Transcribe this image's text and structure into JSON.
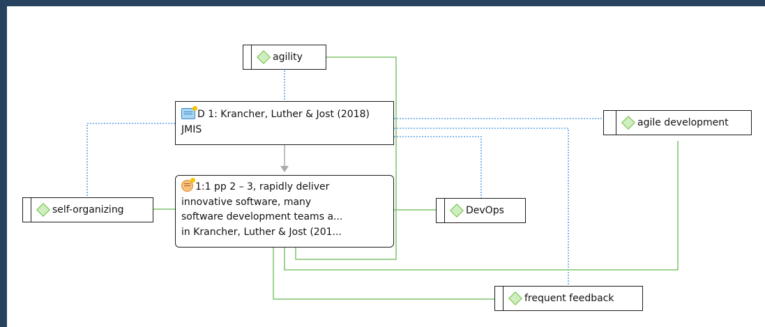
{
  "document_node": {
    "label": "D 1: Krancher, Luther & Jost (2018)",
    "label_line2": "JMIS",
    "icon": "document-icon"
  },
  "quotation_node": {
    "icon": "quotation-icon",
    "lines": [
      "1:1 pp 2 – 3, rapidly deliver",
      "innovative software, many",
      "software development teams a...",
      "in Krancher, Luther & Jost (201..."
    ]
  },
  "codes": {
    "agility": "agility",
    "agile_development": "agile development",
    "self_organizing": "self-organizing",
    "devops": "DevOps",
    "frequent_feedback": "frequent feedback"
  },
  "colors": {
    "frame": "#27425f",
    "code_link": "#7cc46a",
    "document_link": "#3a8ee6",
    "arrow": "#aaaaaa",
    "code_diamond": "#6cbd3e"
  }
}
